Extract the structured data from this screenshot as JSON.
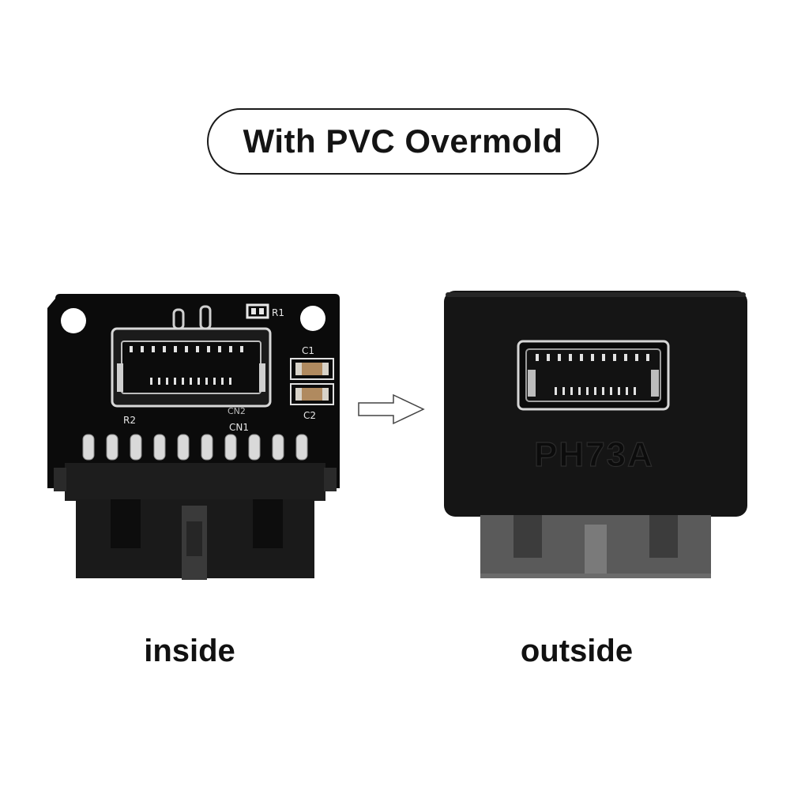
{
  "title": "With PVC Overmold",
  "inside_view": {
    "caption": "inside",
    "silkscreen": {
      "r1": "R1",
      "c1": "C1",
      "c2": "C2",
      "r2": "R2",
      "cn1": "CN1",
      "cn2": "CN2"
    }
  },
  "outside_view": {
    "caption": "outside",
    "model_label": "PH73A"
  },
  "colors": {
    "pcb": "#0b0b0b",
    "housing": "#1d1d1d",
    "overmold": "#151515",
    "connector_metal": "#c9c9c9",
    "capacitor": "#b08a5f"
  },
  "arrow_icon": "right-outline-arrow-icon"
}
